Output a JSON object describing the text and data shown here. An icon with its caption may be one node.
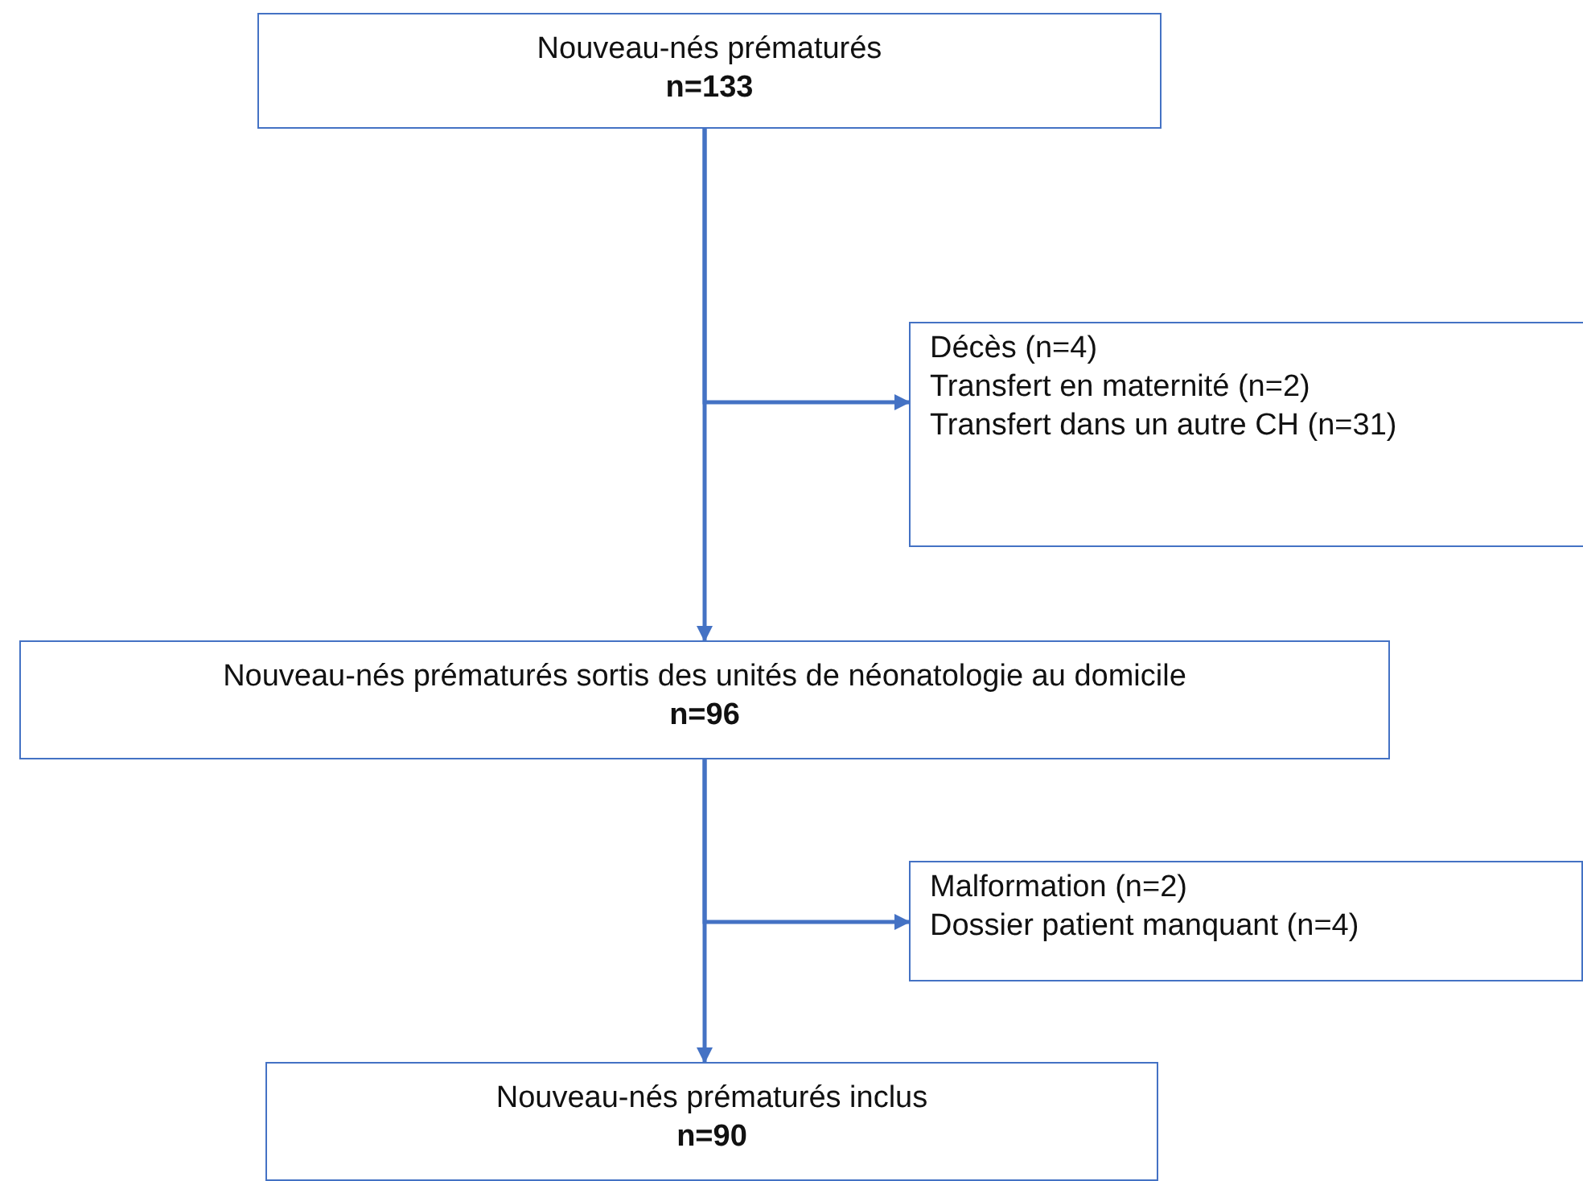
{
  "diagram": {
    "nodes": [
      {
        "text": [
          "Nouveau-nés prématurés",
          "n=133"
        ]
      },
      {
        "text": [
          "Décès (n=4)",
          "Transfert en maternité (n=2)",
          "Transfert dans un autre CH (n=31)"
        ]
      },
      {
        "text": [
          "Nouveau-nés prématurés sortis des unités de néonatologie au domicile",
          "n=96"
        ]
      },
      {
        "text": [
          "Malformation (n=2)",
          "Dossier patient manquant (n=4)"
        ]
      },
      {
        "text": [
          "Nouveau-nés prématurés inclus",
          "n=90"
        ]
      }
    ],
    "edges": [
      {
        "from": 0,
        "to": 2,
        "arrow": "to"
      },
      {
        "from": 0,
        "to": 1,
        "arrow": "to"
      },
      {
        "from": 2,
        "to": 4,
        "arrow": "to"
      },
      {
        "from": 2,
        "to": 3,
        "arrow": "to"
      }
    ]
  }
}
